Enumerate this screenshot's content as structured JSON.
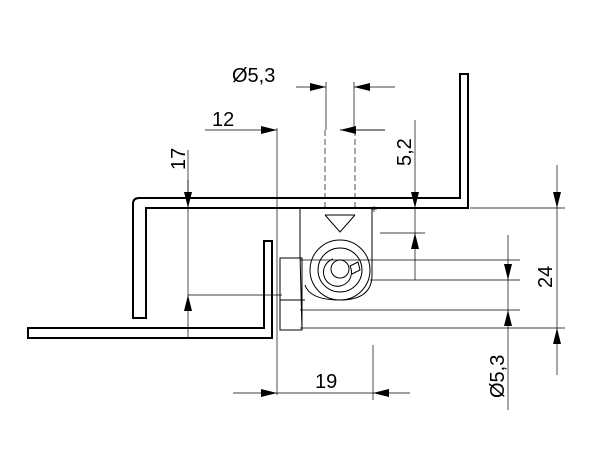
{
  "dimensions": {
    "hole_diameter_top": "Ø5,3",
    "offset_12": "12",
    "height_17": "17",
    "offset_5_2": "5,2",
    "height_24": "24",
    "width_19": "19",
    "hole_diameter_side": "Ø5,3"
  },
  "colors": {
    "line": "#000000",
    "background": "#ffffff"
  }
}
